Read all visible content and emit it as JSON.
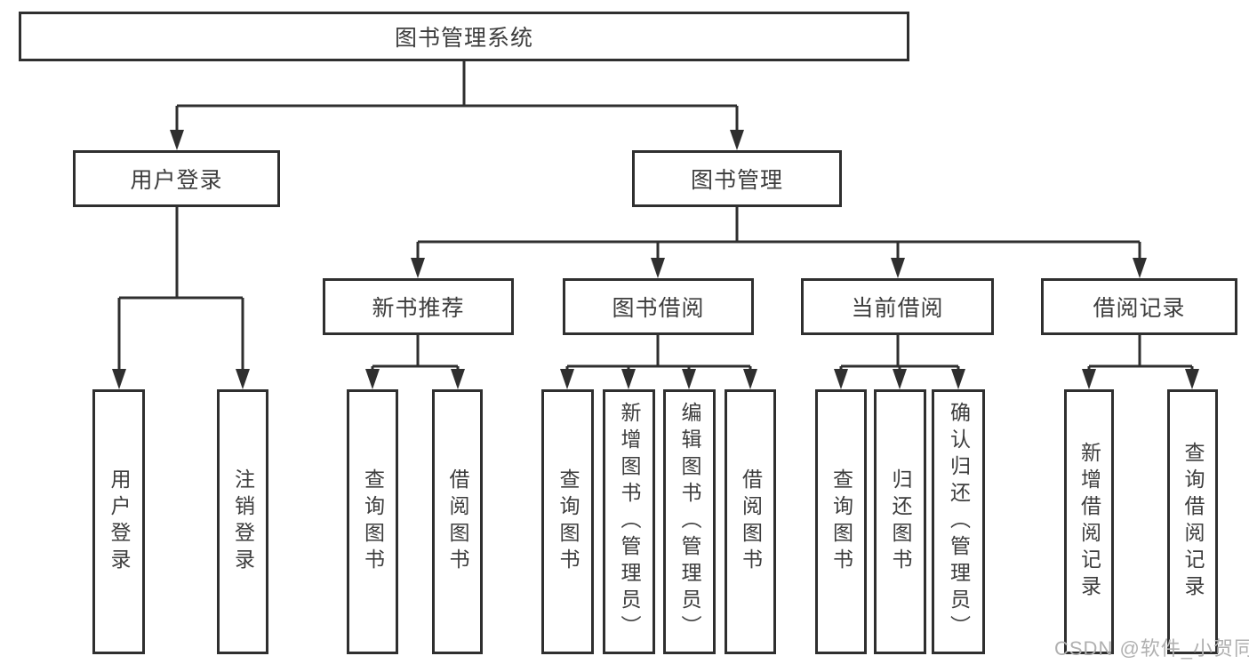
{
  "colors": {
    "line": "#2f2f2f",
    "box_border": "#2f2f2f",
    "box_background": "#ffffff",
    "text": "#3d3d3d",
    "watermark": "#b0b0b0"
  },
  "tree": {
    "root": {
      "label": "图书管理系统",
      "children": [
        {
          "label": "用户登录",
          "children": [
            {
              "label": "用户登录"
            },
            {
              "label": "注销登录"
            }
          ]
        },
        {
          "label": "图书管理",
          "children": [
            {
              "label": "新书推荐",
              "children": [
                {
                  "label": "查询图书"
                },
                {
                  "label": "借阅图书"
                }
              ]
            },
            {
              "label": "图书借阅",
              "children": [
                {
                  "label": "查询图书"
                },
                {
                  "label": "新增图书（管理员）"
                },
                {
                  "label": "编辑图书（管理员）"
                },
                {
                  "label": "借阅图书"
                }
              ]
            },
            {
              "label": "当前借阅",
              "children": [
                {
                  "label": "查询图书"
                },
                {
                  "label": "归还图书"
                },
                {
                  "label": "确认归还（管理员）"
                }
              ]
            },
            {
              "label": "借阅记录",
              "children": [
                {
                  "label": "新增借阅记录"
                },
                {
                  "label": "查询借阅记录"
                }
              ]
            }
          ]
        }
      ]
    }
  },
  "watermark": {
    "text": "CSDN @软件_小贺同学"
  }
}
